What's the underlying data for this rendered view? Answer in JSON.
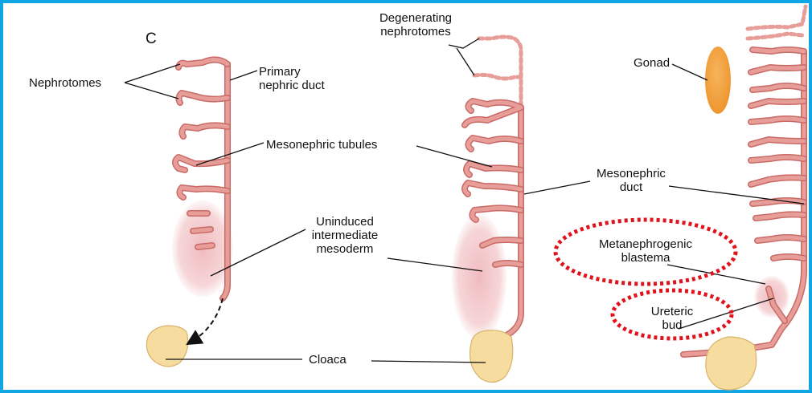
{
  "panel_letter": "C",
  "labels": {
    "nephrotomes": "Nephrotomes",
    "primary_nephric_duct": [
      "Primary",
      "nephric duct"
    ],
    "mesonephric_tubules": "Mesonephric tubules",
    "uninduced_intermediate_mesoderm": [
      "Uninduced",
      "intermediate",
      "mesoderm"
    ],
    "cloaca": "Cloaca",
    "degenerating_nephrotomes": [
      "Degenerating",
      "nephrotomes"
    ],
    "mesonephric_duct": [
      "Mesonephric",
      "duct"
    ],
    "gonad": "Gonad",
    "metanephrogenic_blastema": [
      "Metanephrogenic",
      "blastema"
    ],
    "ureteric_bud": [
      "Ureteric",
      "bud"
    ]
  },
  "colors": {
    "frame_border": "#10a6e3",
    "duct_fill": "#e49a94",
    "duct_stroke": "#c96a67",
    "mesoderm": "#f1c2c5",
    "cloaca": "#f6dc9e",
    "gonad": "#f2a040",
    "highlight_dotted": "#e0121b",
    "leader_line": "#111111"
  }
}
